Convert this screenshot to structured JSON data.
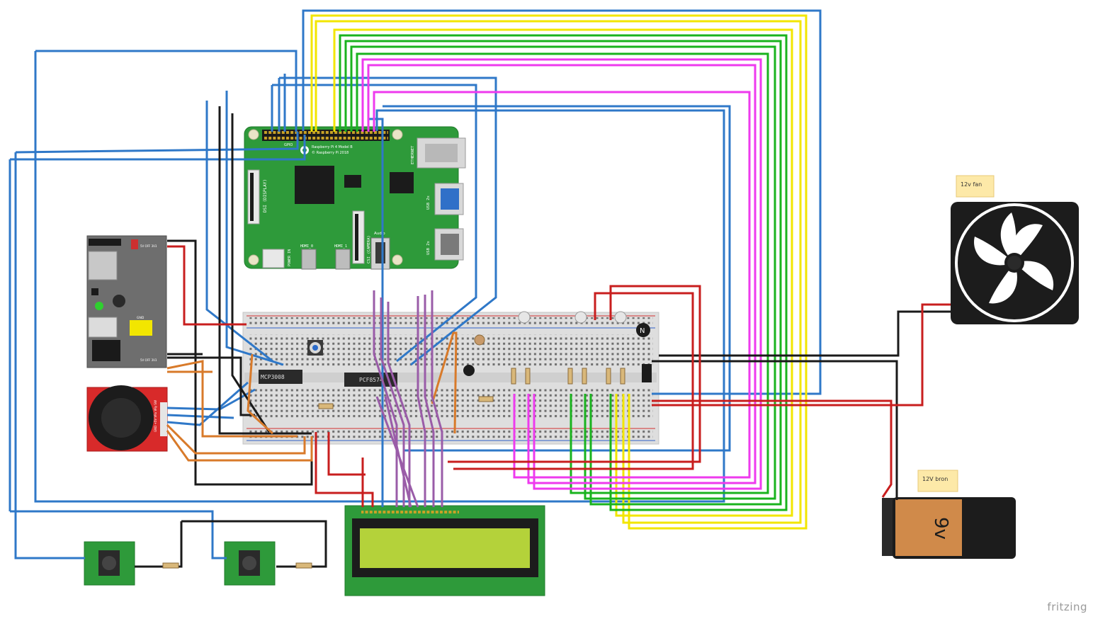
{
  "colors": {
    "wire_blue": "#2f78c8",
    "wire_black": "#1a1a1a",
    "wire_red": "#c81e1e",
    "wire_yellow": "#f2e600",
    "wire_green": "#19b31e",
    "wire_magenta": "#ee3aee",
    "wire_orange": "#d87a2a",
    "wire_purple": "#9a5ca8",
    "pcb_green": "#2e9a3a",
    "breadboard": "#dcdcdc",
    "rail_red": "#d23030",
    "rail_blue": "#3060c8",
    "lcd_screen": "#b4d23a",
    "battery_orange": "#d08a4a",
    "note_yellow": "#fde9a8"
  },
  "rpi": {
    "line1": "Raspberry Pi 4 Model B",
    "line2": "© Raspberry Pi 2018",
    "gpio": "GPIO",
    "dsi": "DSI (DISPLAY)",
    "csi": "CSI (CAMERA)",
    "power_in": "POWER IN",
    "hdmi0": "HDMI_0",
    "hdmi1": "HDMI_1",
    "audio": "Audio",
    "ethernet": "ETHERNET",
    "usb1": "USB 2x",
    "usb2": "USB 2x"
  },
  "psu": {
    "label_top": "5V OFF 3V3",
    "label_gnd": "GND",
    "label_bottom": "5V OFF 3V3"
  },
  "chips": {
    "adc": "MCP3008",
    "expander": "PCF8574"
  },
  "transistor": {
    "mark": "N"
  },
  "fan": {
    "note": "12v fan"
  },
  "battery": {
    "note": "12V bron",
    "label": "9v"
  },
  "joystick": {
    "pins": "GND +5V VRx VRy SW"
  },
  "watermark": "fritzing"
}
